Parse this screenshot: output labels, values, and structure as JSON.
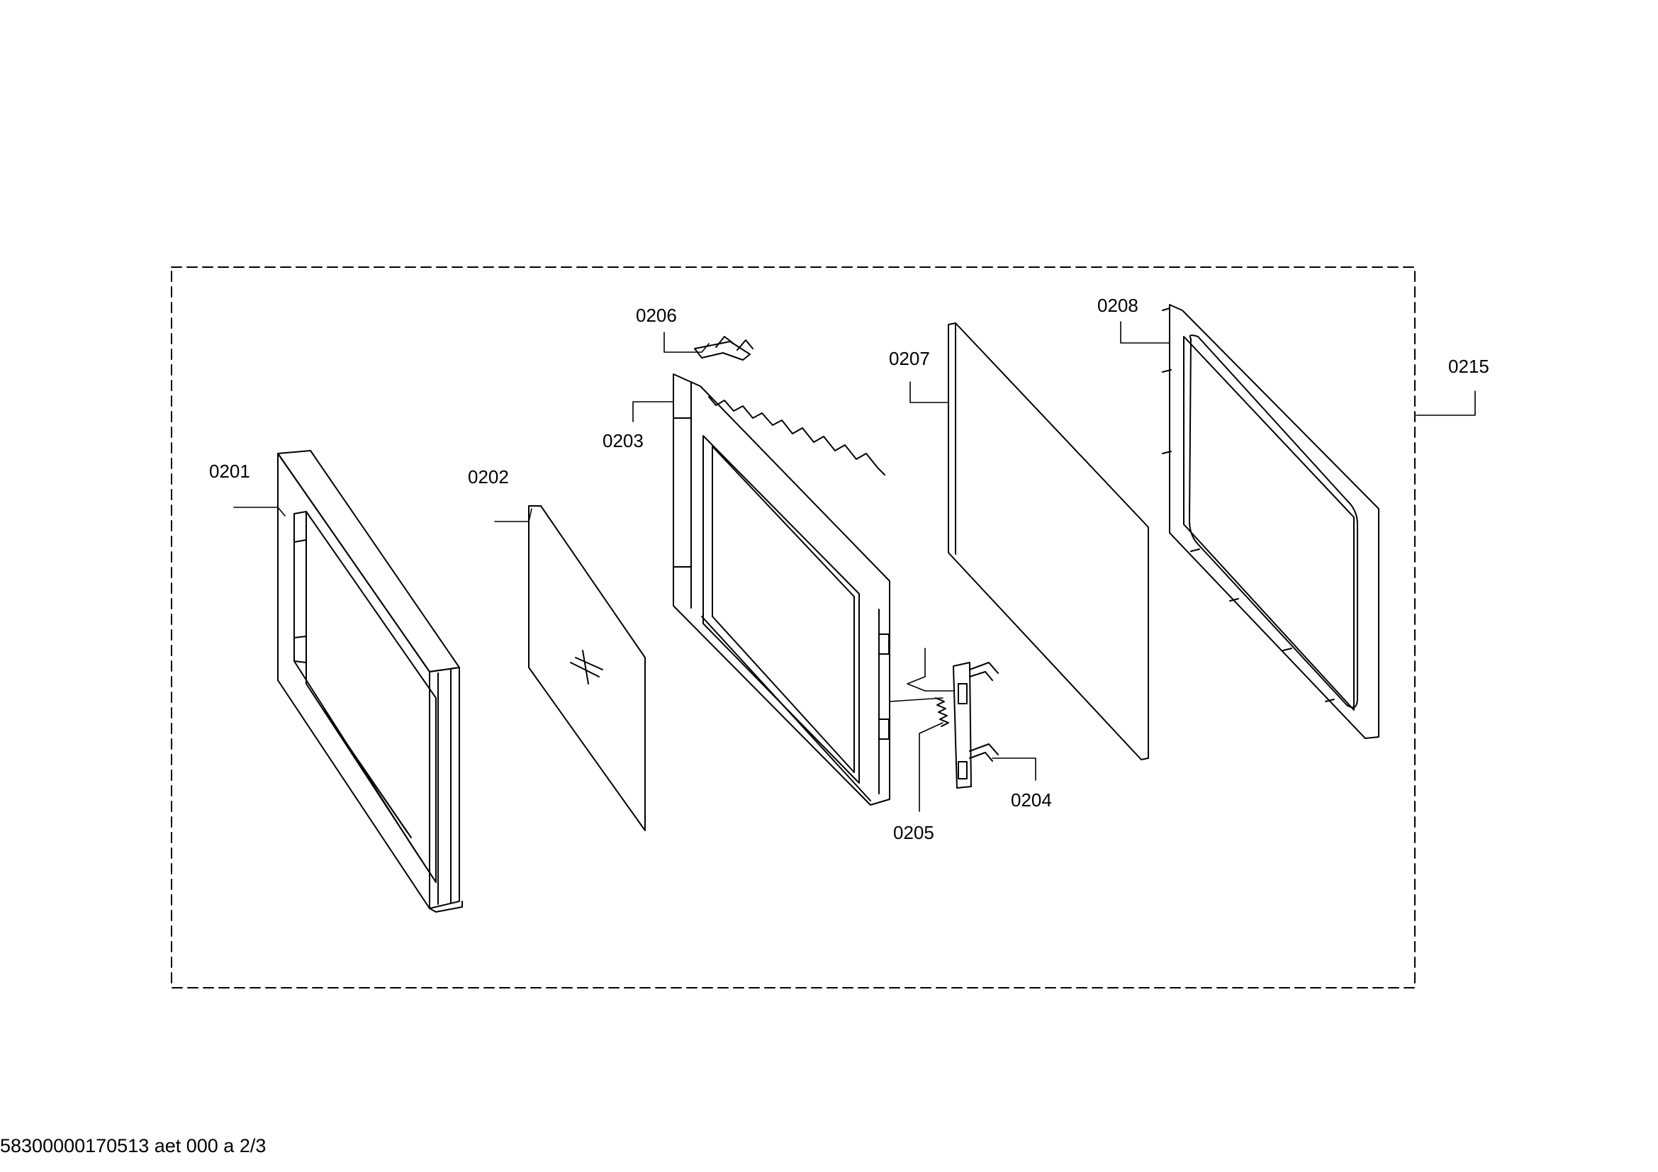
{
  "diagram": {
    "part_labels": {
      "p0201": "0201",
      "p0202": "0202",
      "p0203": "0203",
      "p0204": "0204",
      "p0205": "0205",
      "p0206": "0206",
      "p0207": "0207",
      "p0208": "0208",
      "p0215": "0215"
    },
    "footer_text": "58300000170513 aet 000 a 2/3",
    "line_color": "#000000",
    "background": "#ffffff"
  }
}
